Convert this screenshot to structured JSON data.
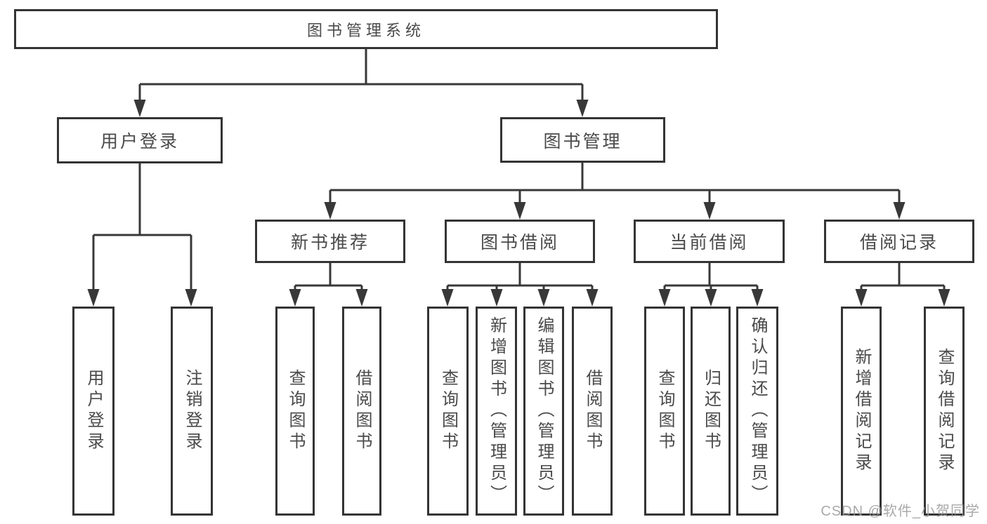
{
  "diagram_type": "function-structure-tree",
  "tree": {
    "label": "图书管理系统",
    "children": [
      {
        "label": "用户登录",
        "children": [
          {
            "label": "用户登录"
          },
          {
            "label": "注销登录"
          }
        ]
      },
      {
        "label": "图书管理",
        "children": [
          {
            "label": "新书推荐",
            "children": [
              {
                "label": "查询图书"
              },
              {
                "label": "借阅图书"
              }
            ]
          },
          {
            "label": "图书借阅",
            "children": [
              {
                "label": "查询图书"
              },
              {
                "label": "新增图书（管理员）"
              },
              {
                "label": "编辑图书（管理员）"
              },
              {
                "label": "借阅图书"
              }
            ]
          },
          {
            "label": "当前借阅",
            "children": [
              {
                "label": "查询图书"
              },
              {
                "label": "归还图书"
              },
              {
                "label": "确认归还（管理员）"
              }
            ]
          },
          {
            "label": "借阅记录",
            "children": [
              {
                "label": "新增借阅记录"
              },
              {
                "label": "查询借阅记录"
              }
            ]
          }
        ]
      }
    ]
  },
  "watermark": {
    "text": "CSDN @软件_小贺同学"
  },
  "colors": {
    "line": "#383838",
    "box_border": "#343434",
    "text": "#4a4a4a",
    "watermark": "#9a9a9a",
    "background": "#ffffff"
  }
}
